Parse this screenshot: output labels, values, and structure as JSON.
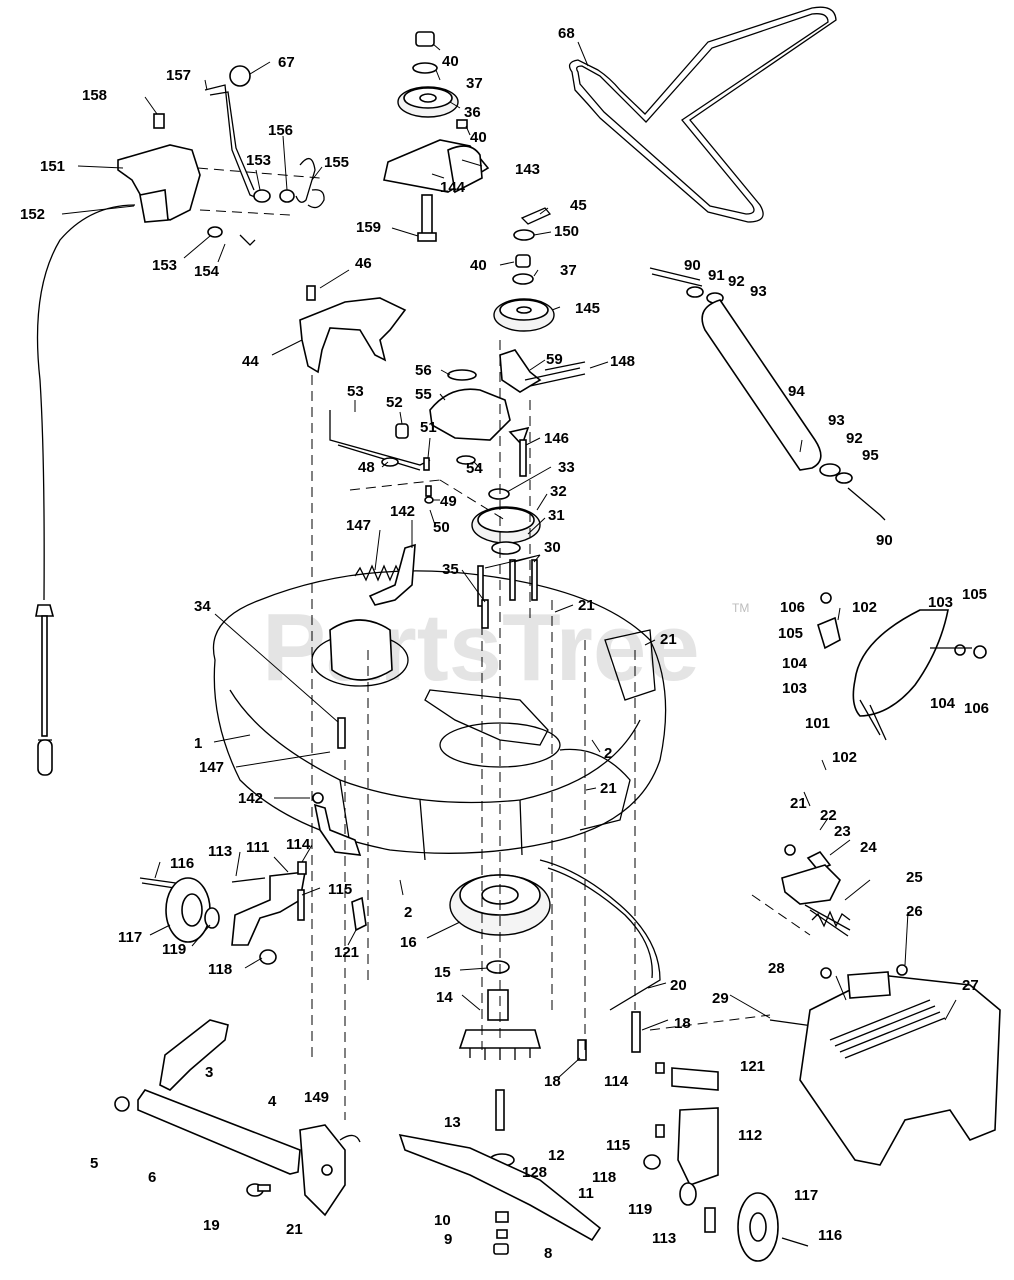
{
  "watermark": {
    "text": "PartsTree",
    "tm": "TM"
  },
  "colors": {
    "ink": "#000000",
    "paper": "#ffffff",
    "watermark": "#cfcfcf"
  },
  "labels": {
    "l68": "68",
    "l40a": "40",
    "l37a": "37",
    "l36": "36",
    "l40b": "40",
    "l143": "143",
    "l144": "144",
    "l159": "159",
    "l45": "45",
    "l150": "150",
    "l40c": "40",
    "l37b": "37",
    "l145": "145",
    "l67": "67",
    "l157": "157",
    "l158": "158",
    "l156": "156",
    "l153a": "153",
    "l155": "155",
    "l151": "151",
    "l152": "152",
    "l153b": "153",
    "l154": "154",
    "l46": "46",
    "l44": "44",
    "l56": "56",
    "l59": "59",
    "l148": "148",
    "l55": "55",
    "l53": "53",
    "l52": "52",
    "l51": "51",
    "l146": "146",
    "l48": "48",
    "l54": "54",
    "l33": "33",
    "l49": "49",
    "l50": "50",
    "l32": "32",
    "l31": "31",
    "l147a": "147",
    "l142a": "142",
    "l30": "30",
    "l35": "35",
    "l21a": "21",
    "l21b": "21",
    "l34": "34",
    "l1": "1",
    "l147b": "147",
    "l2a": "2",
    "l21c": "21",
    "l142b": "142",
    "l90a": "90",
    "l91": "91",
    "l92a": "92",
    "l93a": "93",
    "l94": "94",
    "l93b": "93",
    "l92b": "92",
    "l95": "95",
    "l90b": "90",
    "l106a": "106",
    "l102a": "102",
    "l103a": "103",
    "l105a": "105",
    "l105b": "105",
    "l104a": "104",
    "l103b": "103",
    "l104b": "104",
    "l106b": "106",
    "l101": "101",
    "l102b": "102",
    "l114a": "114",
    "l113a": "113",
    "l111": "111",
    "l116a": "116",
    "l115a": "115",
    "l117a": "117",
    "l119a": "119",
    "l118a": "118",
    "l121a": "121",
    "l2b": "2",
    "l16": "16",
    "l15": "15",
    "l14": "14",
    "l20": "20",
    "l18a": "18",
    "l18b": "18",
    "l21d": "21",
    "l22": "22",
    "l23": "23",
    "l24": "24",
    "l25": "25",
    "l26": "26",
    "l28": "28",
    "l27": "27",
    "l29": "29",
    "l3": "3",
    "l5": "5",
    "l6": "6",
    "l4": "4",
    "l149": "149",
    "l19": "19",
    "l21e": "21",
    "l13": "13",
    "l12": "12",
    "l128": "128",
    "l11": "11",
    "l10": "10",
    "l9": "9",
    "l8": "8",
    "l114b": "114",
    "l121b": "121",
    "l115b": "115",
    "l112": "112",
    "l118b": "118",
    "l119b": "119",
    "l117b": "117",
    "l113b": "113",
    "l116b": "116"
  }
}
